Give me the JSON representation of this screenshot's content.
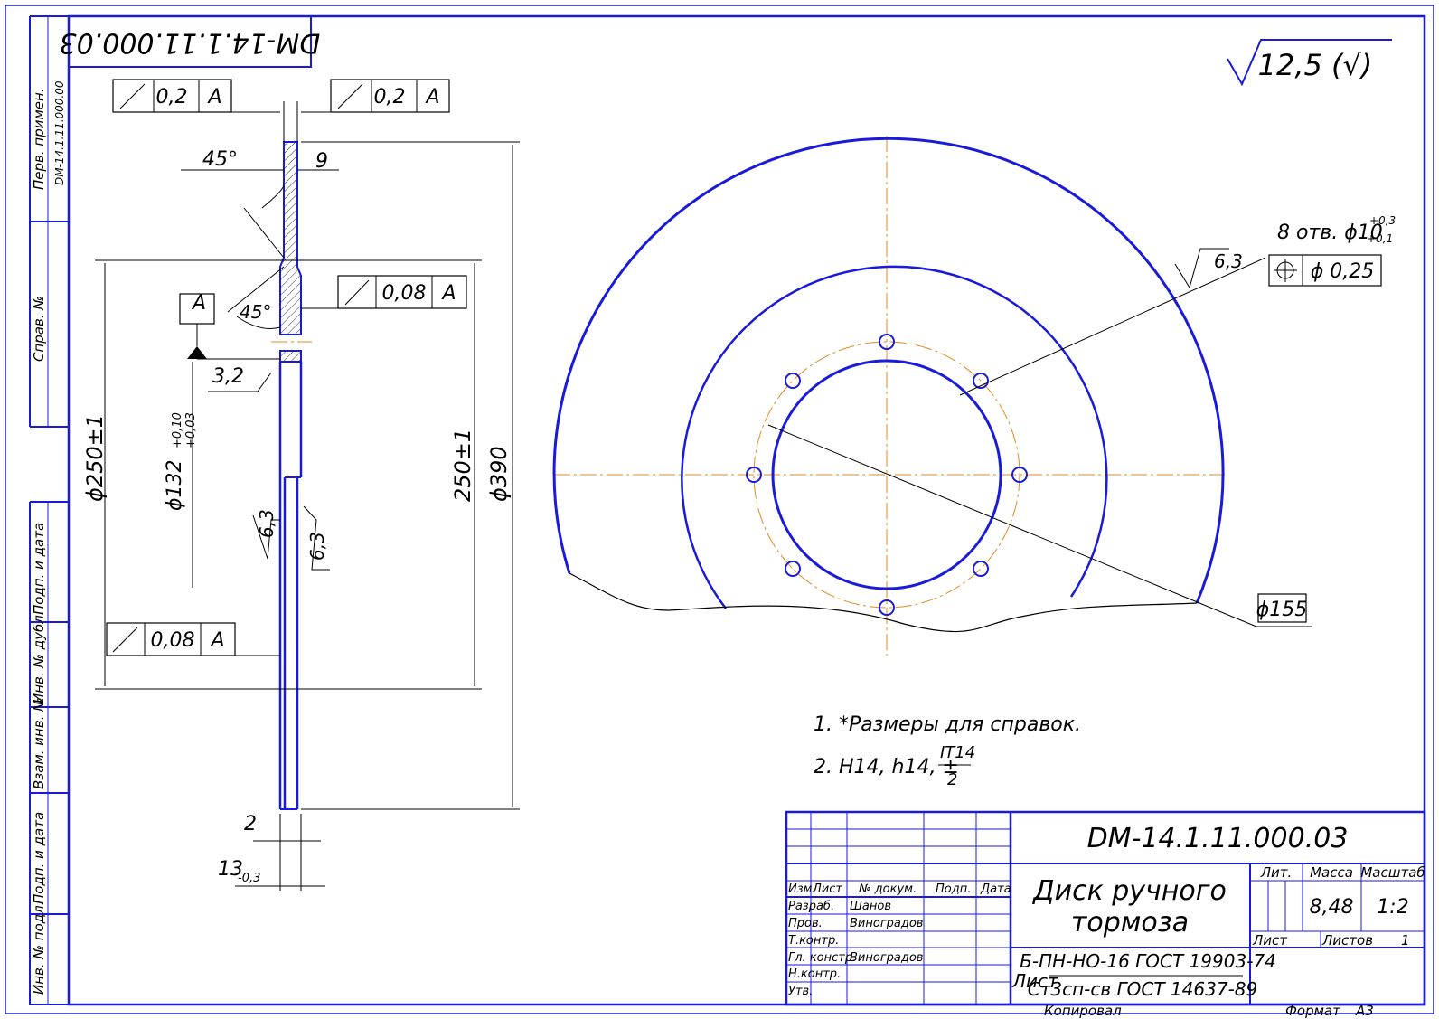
{
  "margin": {
    "perv_primen": "Перв. примен.",
    "perv_primen_value": "DM-14.1.11.000.00",
    "sprav_no": "Справ. №",
    "podp_data": "Подп. и дата",
    "inv_dubl": "Инв. № дубл.",
    "vzam_inv": "Взам. инв. №",
    "inv_podl": "Инв. № подл."
  },
  "roughness": {
    "general": "12,5 (√)"
  },
  "tolerances": {
    "datum_label": "A",
    "runout_top_left": {
      "value": "0,2",
      "datum": "A"
    },
    "runout_top_right": {
      "value": "0,2",
      "datum": "A"
    },
    "runout_middle": {
      "value": "0,08",
      "datum": "A"
    },
    "runout_bottom": {
      "value": "0,08",
      "datum": "A"
    }
  },
  "dimensions": {
    "chamfer_angle": "45°",
    "width_9": "9",
    "roughness_32": "3,2",
    "roughness_63": "6,3",
    "diameter_250": "ϕ250±1",
    "diameter_132": "ϕ132",
    "diameter_132_upper": "+0,10",
    "diameter_132_lower": "+0,03",
    "length_250": "250±1",
    "diameter_390": "ϕ390",
    "thickness_2": "2",
    "thickness_13": "13",
    "thickness_13_tol": "-0,3",
    "diameter_155": "ϕ155"
  },
  "holes": {
    "callout": "8 отв. ϕ10",
    "upper_tol": "+0,3",
    "lower_tol": "+0,1",
    "position_tolerance": "ϕ 0,25"
  },
  "notes": {
    "line1": "1.  *Размеры для справок.",
    "line2": "2. H14, h14, ±",
    "fraction_num": "IT14",
    "fraction_den": "2"
  },
  "title_block": {
    "designation": "DM-14.1.11.000.03",
    "designation_rotated": "DM-14.1.11.000.03",
    "name_line1": "Диск ручного",
    "name_line2": "тормоза",
    "list_label": "Лист",
    "material_line1": "Б-ПН-НО-16 ГОСТ 19903-74",
    "material_line2": "Ст3сп-св ГОСТ 14637-89",
    "lit_label": "Лит.",
    "mass_label": "Масса",
    "scale_label": "Масштаб",
    "mass_value": "8,48",
    "scale_value": "1:2",
    "sheet_label": "Лист",
    "sheets_label": "Листов",
    "sheets_value": "1",
    "cols": {
      "izm": "Изм.",
      "list": "Лист",
      "dokum": "№ докум.",
      "podp": "Подп.",
      "data": "Дата"
    },
    "roles": [
      {
        "role": "Разраб.",
        "name": "Шанов"
      },
      {
        "role": "Пров.",
        "name": "Виноградов"
      },
      {
        "role": "Т.контр.",
        "name": ""
      },
      {
        "role": "Гл. констр.",
        "name": "Виноградов"
      },
      {
        "role": "Н.контр.",
        "name": ""
      },
      {
        "role": "Утв.",
        "name": ""
      }
    ]
  },
  "footer": {
    "copied": "Копировал",
    "format_label": "Формат",
    "format_value": "A3"
  }
}
